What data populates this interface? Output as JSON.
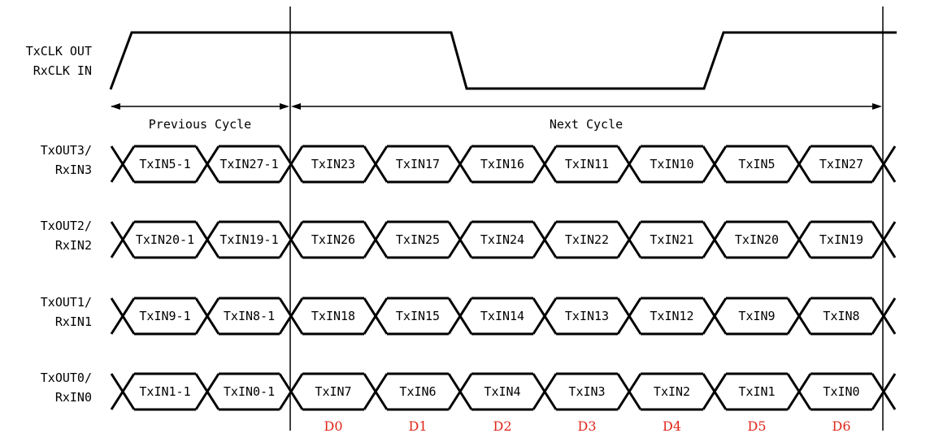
{
  "clock": {
    "labels": [
      "TxCLK OUT",
      "RxCLK IN"
    ]
  },
  "cycles": {
    "previous": "Previous Cycle",
    "next": "Next Cycle"
  },
  "lanes": [
    {
      "labels": [
        "TxOUT3/",
        "RxIN3"
      ],
      "cells": [
        "TxIN5-1",
        "TxIN27-1",
        "TxIN23",
        "TxIN17",
        "TxIN16",
        "TxIN11",
        "TxIN10",
        "TxIN5",
        "TxIN27"
      ]
    },
    {
      "labels": [
        "TxOUT2/",
        "RxIN2"
      ],
      "cells": [
        "TxIN20-1",
        "TxIN19-1",
        "TxIN26",
        "TxIN25",
        "TxIN24",
        "TxIN22",
        "TxIN21",
        "TxIN20",
        "TxIN19"
      ]
    },
    {
      "labels": [
        "TxOUT1/",
        "RxIN1"
      ],
      "cells": [
        "TxIN9-1",
        "TxIN8-1",
        "TxIN18",
        "TxIN15",
        "TxIN14",
        "TxIN13",
        "TxIN12",
        "TxIN9",
        "TxIN8"
      ]
    },
    {
      "labels": [
        "TxOUT0/",
        "RxIN0"
      ],
      "cells": [
        "TxIN1-1",
        "TxIN0-1",
        "TxIN7",
        "TxIN6",
        "TxIN4",
        "TxIN3",
        "TxIN2",
        "TxIN1",
        "TxIN0"
      ]
    }
  ],
  "bit_labels": [
    "D0",
    "D1",
    "D2",
    "D3",
    "D4",
    "D5",
    "D6"
  ],
  "colors": {
    "line": "#000000",
    "bit_label": "#e0261b"
  }
}
